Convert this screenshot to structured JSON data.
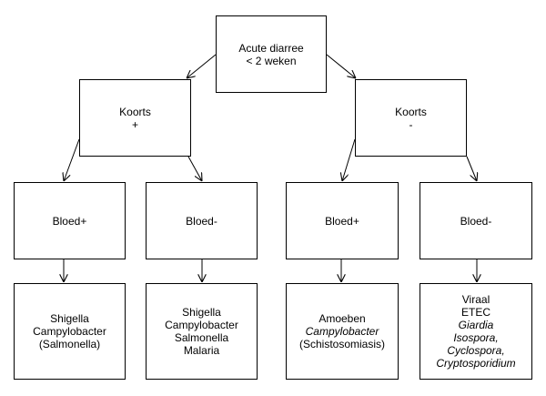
{
  "nodes": {
    "root": {
      "lines": [
        "Acute diarree",
        "< 2 weken"
      ]
    },
    "koorts_pos": {
      "lines": [
        "Koorts",
        "+"
      ]
    },
    "koorts_neg": {
      "lines": [
        "Koorts",
        "-"
      ]
    },
    "bloed_pos_1": {
      "lines": [
        "Bloed+"
      ]
    },
    "bloed_neg_1": {
      "lines": [
        "Bloed-"
      ]
    },
    "bloed_pos_2": {
      "lines": [
        "Bloed+"
      ]
    },
    "bloed_neg_2": {
      "lines": [
        "Bloed-"
      ]
    },
    "leaf_1": {
      "lines": [
        "Shigella",
        "Campylobacter",
        "(Salmonella)"
      ]
    },
    "leaf_2": {
      "lines": [
        "Shigella",
        "Campylobacter",
        "Salmonella",
        "Malaria"
      ]
    },
    "leaf_3": {
      "lines": [
        "Amoeben",
        "Campylobacter",
        "(Schistosomiasis)"
      ]
    },
    "leaf_4": {
      "lines": [
        "Viraal",
        "ETEC",
        "Giardia",
        "Isospora,",
        "Cyclospora,",
        "Cryptosporidium"
      ]
    }
  },
  "edges": [
    [
      "root",
      "koorts_pos"
    ],
    [
      "root",
      "koorts_neg"
    ],
    [
      "koorts_pos",
      "bloed_pos_1"
    ],
    [
      "koorts_pos",
      "bloed_neg_1"
    ],
    [
      "koorts_neg",
      "bloed_pos_2"
    ],
    [
      "koorts_neg",
      "bloed_neg_2"
    ],
    [
      "bloed_pos_1",
      "leaf_1"
    ],
    [
      "bloed_neg_1",
      "leaf_2"
    ],
    [
      "bloed_pos_2",
      "leaf_3"
    ],
    [
      "bloed_neg_2",
      "leaf_4"
    ]
  ],
  "colors": {
    "line": "#000000",
    "box_border": "#000000",
    "background": "#ffffff"
  }
}
